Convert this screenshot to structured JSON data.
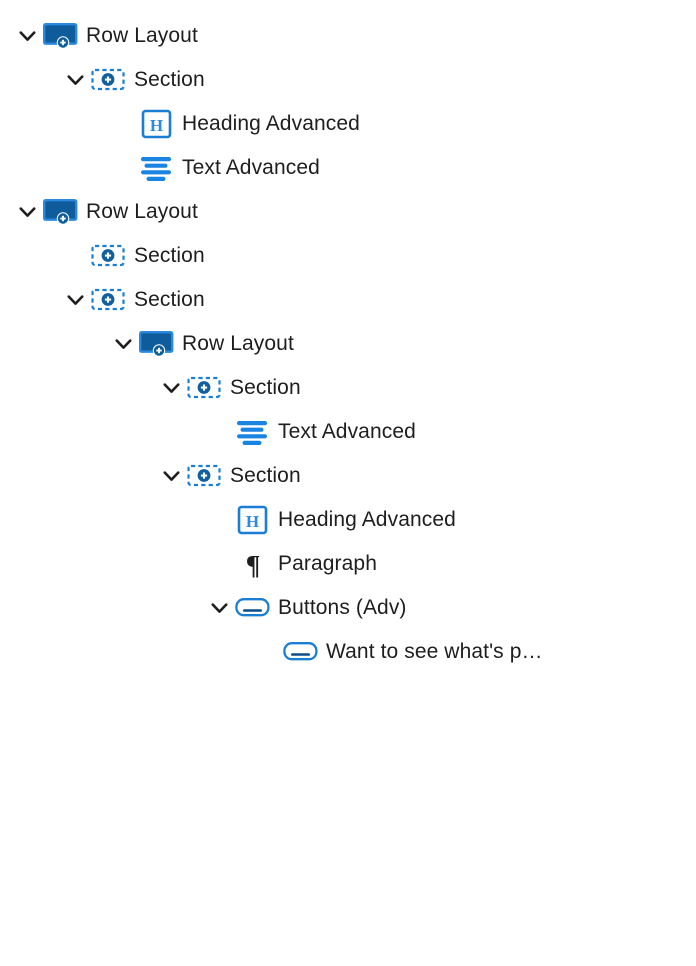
{
  "panel": {
    "name": "block-list-view",
    "background": "#ffffff",
    "text_color": "#1e1e1e",
    "accent_blue": "#1a7fd4",
    "deep_blue": "#0b5e9e",
    "navy_fill": "#0e5c9c"
  },
  "tree": {
    "items": [
      {
        "label": "Row Layout",
        "icon": "row-layout-icon",
        "depth": 0,
        "chevron": "expanded"
      },
      {
        "label": "Section",
        "icon": "section-icon",
        "depth": 1,
        "chevron": "expanded"
      },
      {
        "label": "Heading Advanced",
        "icon": "heading-advanced-icon",
        "depth": 2,
        "chevron": "none"
      },
      {
        "label": "Text Advanced",
        "icon": "text-advanced-icon",
        "depth": 2,
        "chevron": "none"
      },
      {
        "label": "Row Layout",
        "icon": "row-layout-icon",
        "depth": 0,
        "chevron": "expanded"
      },
      {
        "label": "Section",
        "icon": "section-icon",
        "depth": 1,
        "chevron": "none"
      },
      {
        "label": "Section",
        "icon": "section-icon",
        "depth": 1,
        "chevron": "expanded"
      },
      {
        "label": "Row Layout",
        "icon": "row-layout-icon",
        "depth": 2,
        "chevron": "expanded"
      },
      {
        "label": "Section",
        "icon": "section-icon",
        "depth": 3,
        "chevron": "expanded"
      },
      {
        "label": "Text Advanced",
        "icon": "text-advanced-icon",
        "depth": 4,
        "chevron": "none"
      },
      {
        "label": "Section",
        "icon": "section-icon",
        "depth": 3,
        "chevron": "expanded"
      },
      {
        "label": "Heading Advanced",
        "icon": "heading-advanced-icon",
        "depth": 4,
        "chevron": "none"
      },
      {
        "label": "Paragraph",
        "icon": "paragraph-icon",
        "depth": 4,
        "chevron": "none"
      },
      {
        "label": "Buttons (Adv)",
        "icon": "buttons-icon",
        "depth": 4,
        "chevron": "expanded"
      },
      {
        "label": "Want to see what's p…",
        "icon": "buttons-icon",
        "depth": 5,
        "chevron": "none"
      }
    ]
  }
}
